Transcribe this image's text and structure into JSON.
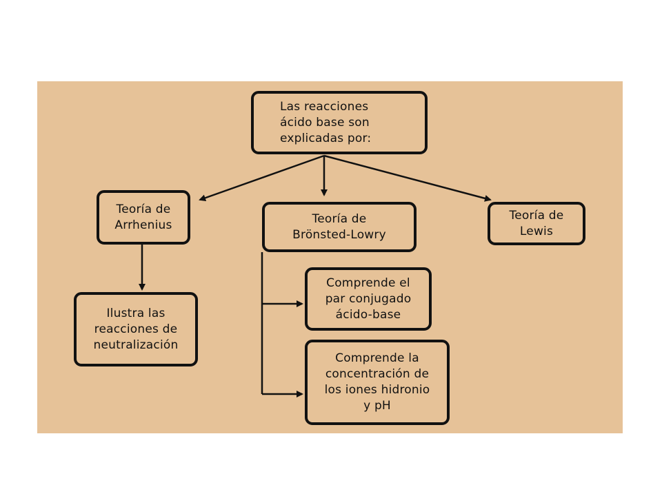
{
  "colors": {
    "page_background": "#ffffff",
    "diagram_background": "#e6c298",
    "stroke": "#111111"
  },
  "nodes": {
    "root": "Las reacciones\nácido base son\nexplicadas por:",
    "arrhenius": "Teoría de\nArrhenius",
    "bronsted": "Teoría de\nBrönsted-Lowry",
    "lewis": "Teoría de\nLewis",
    "neutralizacion": "Ilustra las\nreacciones de\nneutralización",
    "par_conjugado": "Comprende el\npar conjugado\nácido-base",
    "concentracion": "Comprende la\nconcentración de\nlos iones hidronio\ny pH"
  }
}
